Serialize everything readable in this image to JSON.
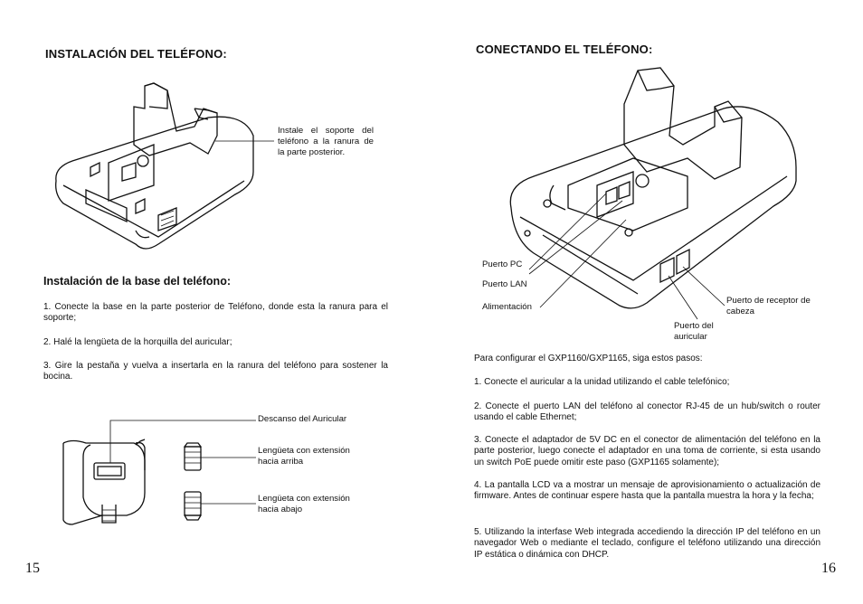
{
  "left_page": {
    "heading": "INSTALACIÓN DEL TELÉFONO:",
    "callout_install": "Instale el soporte del teléfono a la ranura de la parte posterior.",
    "subheading": "Instalación de la base del teléfono:",
    "steps": [
      "1. Conecte la base en la parte posterior de Teléfono, donde esta la ranura para el soporte;",
      "2. Halé la lengüeta de la horquilla del auricular;",
      "3. Gire la pestaña y vuelva a insertarla en la ranura del teléfono para sostener la bocina."
    ],
    "labels": {
      "rest": "Descanso del Auricular",
      "tab_up": "Lengüeta con extensión hacia arriba",
      "tab_down": "Lengüeta con extensión hacia abajo"
    },
    "page_number": "15"
  },
  "right_page": {
    "heading": "CONECTANDO EL TELÉFONO:",
    "ports": {
      "pc": "Puerto PC",
      "lan": "Puerto LAN",
      "power": "Alimentación",
      "headset": "Puerto de receptor de cabeza",
      "handset": "Puerto del auricular"
    },
    "intro": "Para configurar el GXP1160/GXP1165, siga estos pasos:",
    "steps": [
      "1. Conecte el auricular a la unidad utilizando el cable telefónico;",
      "2. Conecte el puerto LAN del teléfono al conector RJ-45 de un hub/switch o router usando el cable Ethernet;",
      "3. Conecte el adaptador de 5V DC en el conector de alimentación del teléfono en la parte posterior, luego conecte el adaptador en una toma de corriente, si esta usando un switch PoE puede omitir este paso (GXP1165 solamente);",
      "4. La pantalla LCD va a mostrar un mensaje de aprovisionamiento o actualización de firmware. Antes de continuar espere hasta que la pantalla muestra la hora y la fecha;",
      "5. Utilizando la interfase Web integrada accediendo la dirección IP del teléfono en un navegador Web o mediante el teclado, configure el teléfono utilizando una dirección IP estática o dinámica con DHCP."
    ],
    "page_number": "16"
  }
}
